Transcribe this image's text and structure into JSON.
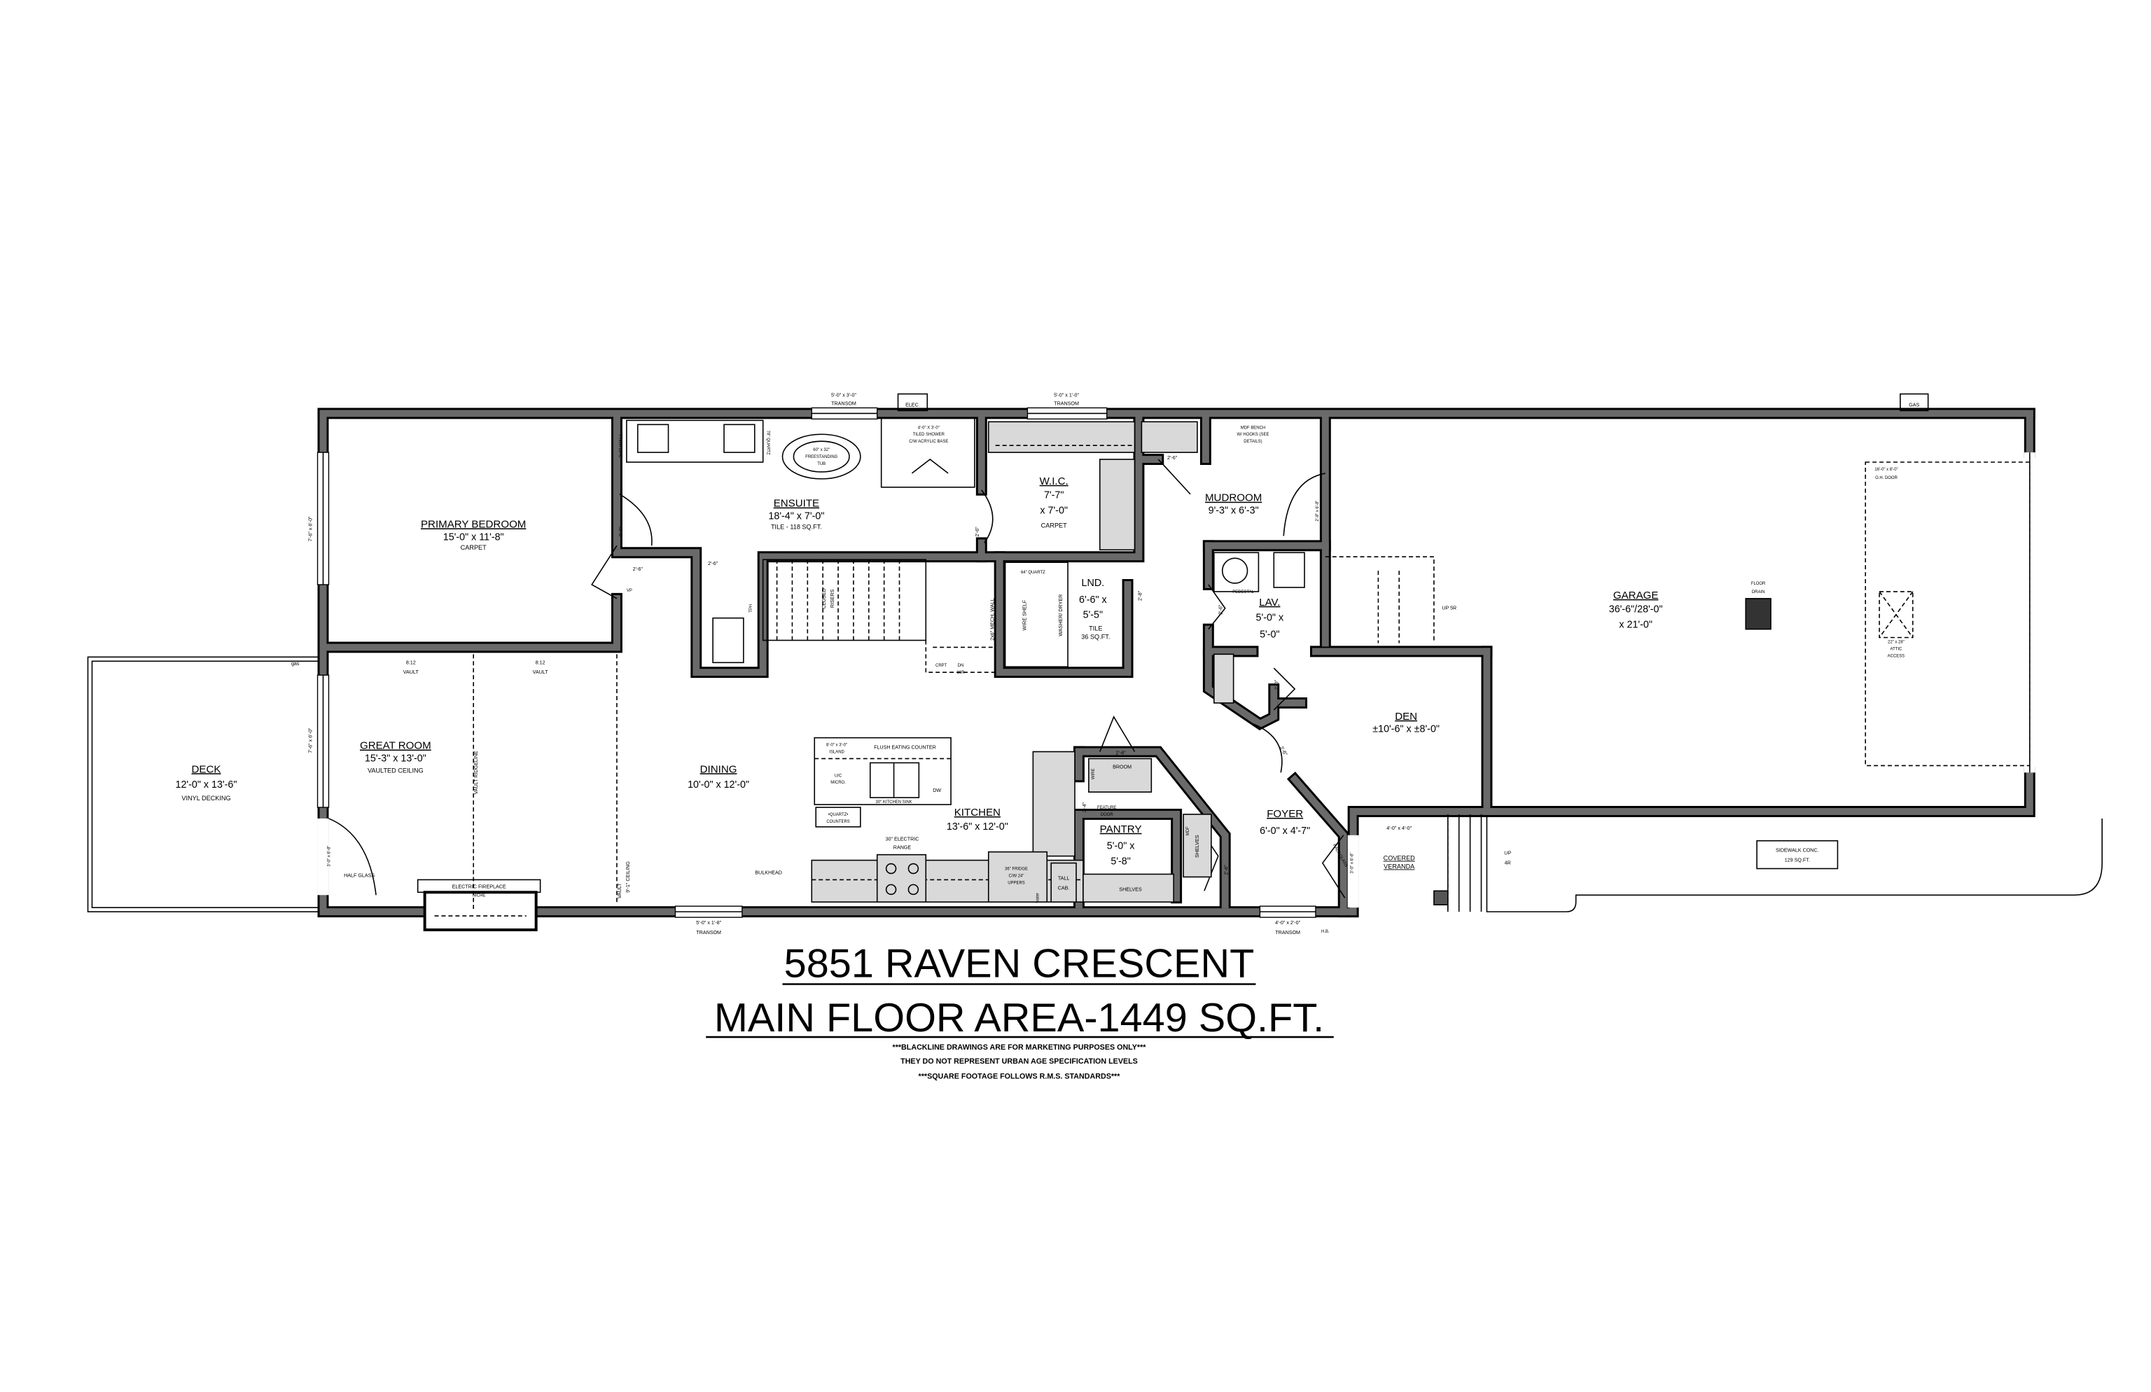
{
  "title": {
    "address": "5851 RAVEN CRESCENT",
    "area": "MAIN FLOOR AREA-1449 SQ.FT."
  },
  "notes": [
    "***BLACKLINE DRAWINGS ARE FOR MARKETING PURPOSES ONLY***",
    "THEY DO NOT REPRESENT URBAN AGE SPECIFICATION LEVELS",
    "***SQUARE FOOTAGE FOLLOWS R.M.S. STANDARDS***"
  ],
  "rooms": {
    "primary_bedroom": {
      "name": "PRIMARY BEDROOM",
      "size": "15'-0\" x 11'-8\"",
      "finish": "CARPET"
    },
    "ensuite": {
      "name": "ENSUITE",
      "size": "18'-4\" x 7'-0\"",
      "finish": "TILE - 118 SQ.FT."
    },
    "wic": {
      "name": "W.I.C.",
      "size1": "7'-7\"",
      "size2": "x 7'-0\"",
      "finish": "CARPET"
    },
    "mudroom": {
      "name": "MUDROOM",
      "size": "9'-3\" x 6'-3\""
    },
    "laundry": {
      "name": "LND.",
      "size1": "6'-6\" x",
      "size2": "5'-5\"",
      "finish1": "TILE",
      "finish2": "36 SQ.FT."
    },
    "lav": {
      "name": "LAV.",
      "size1": "5'-0\" x",
      "size2": "5'-0\""
    },
    "den": {
      "name": "DEN",
      "size": "±10'-6\" x ±8'-0\""
    },
    "garage": {
      "name": "GARAGE",
      "size1": "36'-6\"/28'-0\"",
      "size2": "x 21'-0\""
    },
    "great_room": {
      "name": "GREAT ROOM",
      "size": "15'-3\" x 13'-0\"",
      "finish": "VAULTED CEILING"
    },
    "dining": {
      "name": "DINING",
      "size": "10'-0\" x 12'-0\""
    },
    "kitchen": {
      "name": "KITCHEN",
      "size": "13'-6\" x 12'-0\""
    },
    "pantry": {
      "name": "PANTRY",
      "size1": "5'-0\" x",
      "size2": "5'-8\""
    },
    "foyer": {
      "name": "FOYER",
      "size": "6'-0\" x 4'-7\""
    },
    "veranda": {
      "name1": "COVERED",
      "name2": "VERANDA",
      "size": "4'-0\" x 4'-0\""
    },
    "deck": {
      "name": "DECK",
      "size": "12'-0\" x 13'-6\"",
      "finish": "VINYL DECKING"
    }
  },
  "labels": {
    "transom_top_left": [
      "5'-0\" x 3'-0\"",
      "TRANSOM"
    ],
    "transom_top_right": [
      "5'-0\" x 1'-0\"",
      "TRANSOM"
    ],
    "transom_bottom_left": [
      "5'-0\" x 1'-8\"",
      "TRANSOM"
    ],
    "transom_bottom_right": [
      "4'-0\" x 2'-0\"",
      "TRANSOM"
    ],
    "elec": "ELEC",
    "gas_top": "GAS",
    "gas_deck": "gas",
    "hose_bib": "H.B.",
    "window_bedroom": "7'-6\" x 6'-0\"",
    "window_great": "7'-6\" x 6'-0\"",
    "door_deck": "3'-0\" x 6'-8\"",
    "half_glass": "HALF GLASS",
    "vault_left": [
      "8:12",
      "VAULT"
    ],
    "vault_right": [
      "8:12",
      "VAULT"
    ],
    "vault_ridgeline": "VAULT RIDGELINE",
    "vault_ceiling": [
      "VAULT",
      "9'-1\" CEILING"
    ],
    "fireplace": "ELECTRIC FIREPLACE",
    "niche": "NICHE",
    "bulkhead": "BULKHEAD",
    "range": [
      "30\" ELECTRIC",
      "RANGE"
    ],
    "island": [
      "8'-0\" x 3'-0\"",
      "ISLAND"
    ],
    "flush_counter": "FLUSH EATING COUNTER",
    "micro": [
      "U/C",
      "MICRO."
    ],
    "sink": "30\" KITCHEN SINK",
    "dw": "DW",
    "quartz": [
      "•QUARTZ•",
      "COUNTERS"
    ],
    "fridge": [
      "36\" FRIDGE",
      "C/W 24\"",
      "UPPERS"
    ],
    "water": "water",
    "tall_cab": [
      "TALL",
      "CAB."
    ],
    "shelves": "SHELVES",
    "shelves_v": "SHELVES",
    "broom": "BROOM",
    "feature_door": [
      "FEATURE",
      "DOOR"
    ],
    "mdf": "MDF",
    "wire": "WIRE",
    "tub": [
      "60\" x 32\"",
      "FREESTANDING",
      "TUB"
    ],
    "shower": [
      "4'-0\" X 3'-0\"",
      "TILED SHOWER",
      "C/W ACRYLIC BASE"
    ],
    "vanity_quartz": "78\" QUARTZ",
    "wall_2x6": "2x6\" WALL",
    "mech_wall": "2x6\" MECH. WALL",
    "closed_risers": [
      "CLOSED",
      "RISERS"
    ],
    "stairs_dn": [
      "DN",
      "16R"
    ],
    "crpt": "CRPT",
    "vp": "VP",
    "tph": "TPH",
    "wire_shelf": "WIRE SHELF",
    "washer_dryer": "WASHER/ DRYER",
    "laundry_quartz": "64\" QUARTZ",
    "mdf_bench": [
      "MDF BENCH",
      "W/ HOOKS (SEE",
      "DETAILS)"
    ],
    "pedestal": "PEDESTAL",
    "up_5r": "UP 5R",
    "up_4r": [
      "UP",
      "4R"
    ],
    "mud_door": "2'-8\" x 6'-8\"",
    "front_door": "3'-0\" x 6'-8\"",
    "front_half_glass": "HALF GLASS",
    "door_2_6": "2'-6\"",
    "door_2_0": "2'-0\"",
    "door_2_4": "2'-4\"",
    "door_2_8": "2'-8\"",
    "floor_drain": [
      "FLOOR",
      "DRAIN"
    ],
    "oh_door": [
      "16'-0\" x 8'-0\"",
      "O.H. DOOR"
    ],
    "attic": [
      "22\" x 28\"",
      "ATTIC",
      "ACCESS"
    ],
    "sidewalk": [
      "SIDEWALK CONC.",
      "129 SQ.FT."
    ]
  }
}
